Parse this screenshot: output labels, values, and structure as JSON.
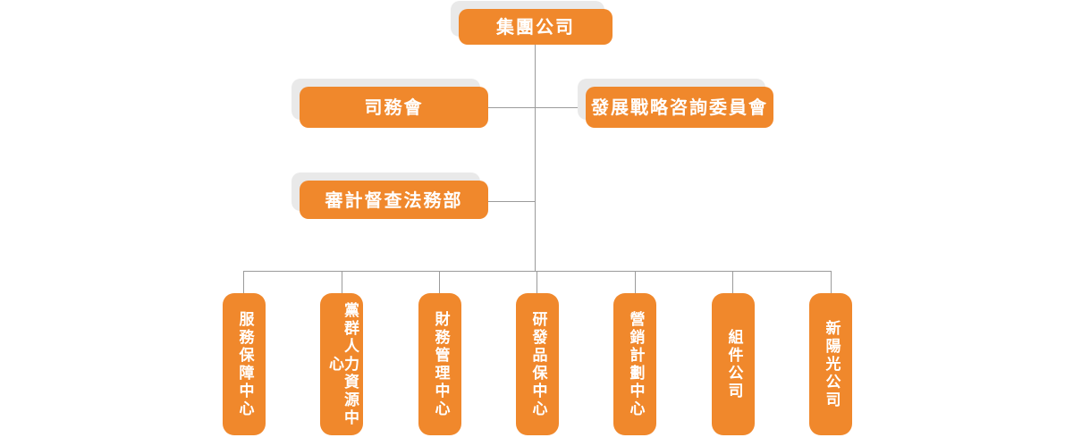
{
  "org_chart": {
    "type": "org-chart-diagram",
    "root": {
      "label": "集團公司"
    },
    "level2": [
      {
        "label": "司務會"
      },
      {
        "label": "發展戰略咨詢委員會"
      }
    ],
    "level3": [
      {
        "label": "審計督查法務部"
      }
    ],
    "departments": [
      {
        "label": "服務保障中心"
      },
      {
        "label": "黨群人力資源中心"
      },
      {
        "label": "財務管理中心"
      },
      {
        "label": "研發品保中心"
      },
      {
        "label": "營銷計劃中心"
      },
      {
        "label": "組件公司"
      },
      {
        "label": "新陽光公司"
      }
    ],
    "colors": {
      "node_fill": "#F0882C",
      "node_text": "#FFFFFF",
      "node_shadow": "#E9E9E9",
      "connector_line": "#9B9B9B",
      "background": "#FFFFFF"
    }
  }
}
